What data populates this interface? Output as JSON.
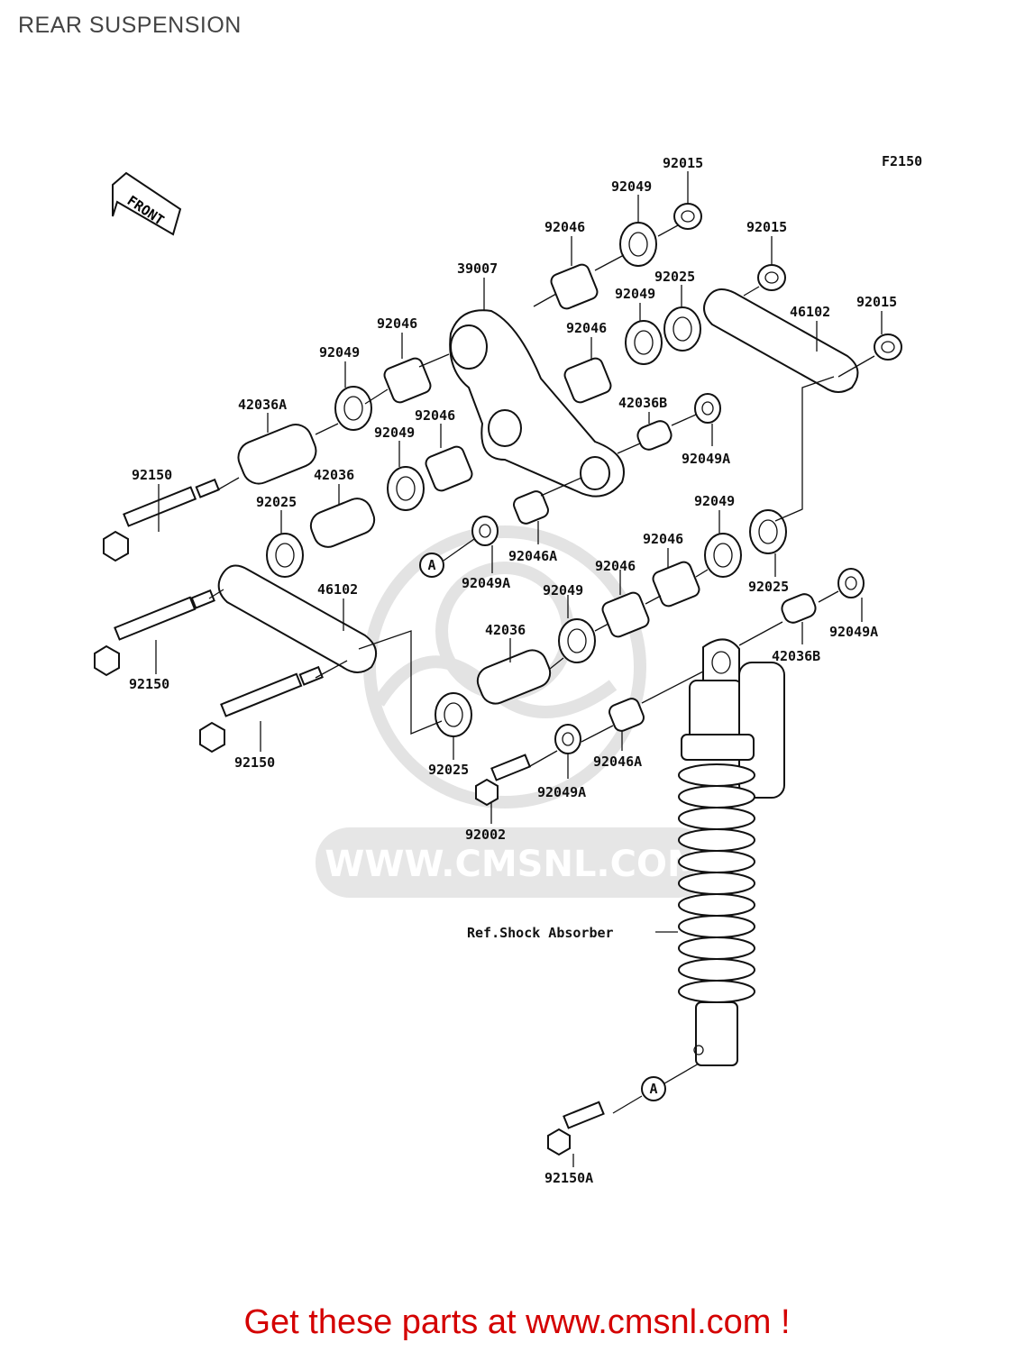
{
  "page": {
    "title": "REAR SUSPENSION",
    "figure_code": "F2150",
    "front_marker": "FRONT",
    "footer": "Get these parts at www.cmsnl.com !",
    "watermark": "WWW.CMSNL.COM",
    "footer_color": "#d40000"
  },
  "labels": {
    "p92015_a": "92015",
    "p92049_a": "92049",
    "p92046_a": "92046",
    "p39007": "39007",
    "p92015_b": "92015",
    "p92025_a": "92025",
    "p92015_c": "92015",
    "p46102_a": "46102",
    "p92049_b": "92049",
    "p92046_b": "92046",
    "p92046_c": "92046",
    "p92049_c": "92049",
    "p42036b_a": "42036B",
    "p42036a": "42036A",
    "p92046_d": "92046",
    "p92049_d": "92049",
    "p92049a_a": "92049A",
    "p92150_a": "92150",
    "p42036_a": "42036",
    "p92025_b": "92025",
    "p92049_e": "92049",
    "p92046_e": "92046",
    "p92046a_a": "92046A",
    "p92049a_b": "92049A",
    "p92046_f": "92046",
    "p92025_c": "92025",
    "p92049a_c": "92049A",
    "p46102_b": "46102",
    "p92049_f": "92049",
    "p42036_b": "42036",
    "p42036b_b": "42036B",
    "p92150_b": "92150",
    "p92150_c": "92150",
    "p92025_d": "92025",
    "p92046a_b": "92046A",
    "p92049a_d": "92049A",
    "p92002": "92002",
    "ref_shock": "Ref.Shock Absorber",
    "p92150a": "92150A",
    "ref_a1": "A",
    "ref_a2": "A"
  }
}
